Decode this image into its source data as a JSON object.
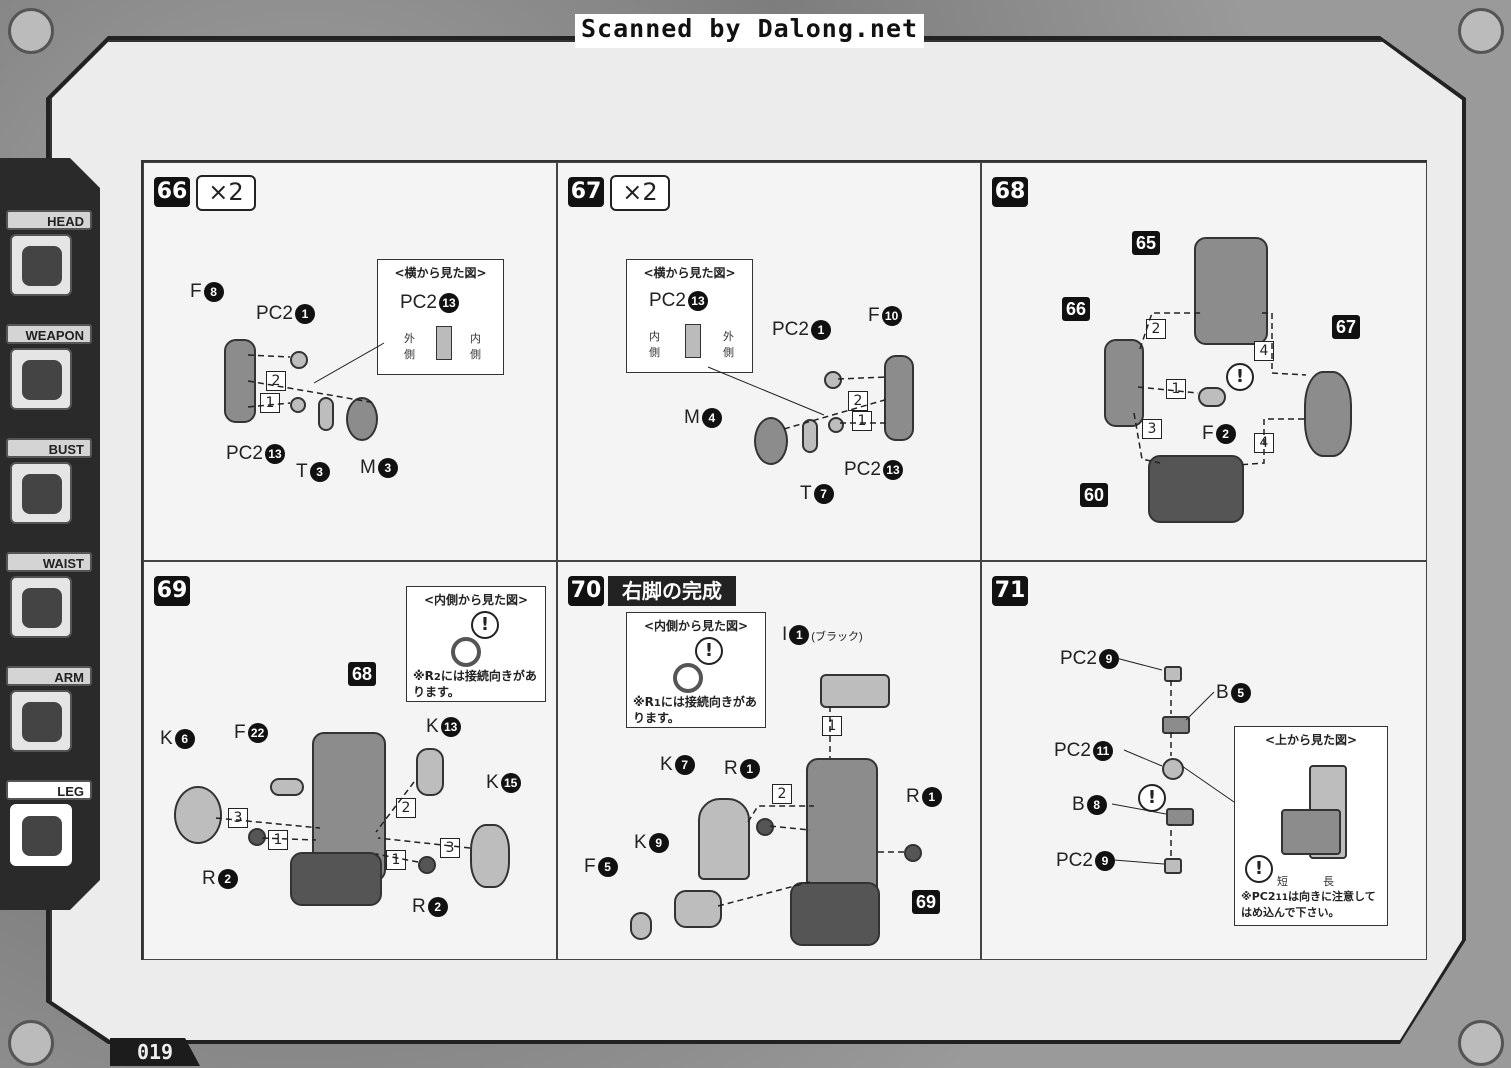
{
  "header": {
    "scan_credit": "Scanned by Dalong.net"
  },
  "sidebar": {
    "items": [
      {
        "label": "HEAD",
        "active": false
      },
      {
        "label": "WEAPON",
        "active": false
      },
      {
        "label": "BUST",
        "active": false
      },
      {
        "label": "WAIST",
        "active": false
      },
      {
        "label": "ARM",
        "active": false
      },
      {
        "label": "LEG",
        "active": true
      }
    ]
  },
  "footer": {
    "page_number": "019"
  },
  "steps": {
    "s66": {
      "number": "66",
      "multiplier": "×2",
      "callout_title": "<横から見た図>",
      "callout_part": "PC2",
      "callout_part_num": "13",
      "callout_outer": "外側",
      "callout_inner": "内側",
      "parts": [
        {
          "label": "F",
          "num": "8"
        },
        {
          "label": "PC2",
          "num": "1"
        },
        {
          "label": "PC2",
          "num": "13"
        },
        {
          "label": "T",
          "num": "3"
        },
        {
          "label": "M",
          "num": "3"
        }
      ],
      "orders": [
        "2",
        "1"
      ]
    },
    "s67": {
      "number": "67",
      "multiplier": "×2",
      "callout_title": "<横から見た図>",
      "callout_part": "PC2",
      "callout_part_num": "13",
      "callout_inner": "内側",
      "callout_outer": "外側",
      "parts": [
        {
          "label": "PC2",
          "num": "1"
        },
        {
          "label": "F",
          "num": "10"
        },
        {
          "label": "M",
          "num": "4"
        },
        {
          "label": "PC2",
          "num": "13"
        },
        {
          "label": "T",
          "num": "7"
        }
      ],
      "orders": [
        "2",
        "1"
      ]
    },
    "s68": {
      "number": "68",
      "refs": [
        "65",
        "66",
        "67",
        "60"
      ],
      "parts": [
        {
          "label": "F",
          "num": "2"
        }
      ],
      "orders": [
        "2",
        "4",
        "1",
        "3",
        "4"
      ]
    },
    "s69": {
      "number": "69",
      "callout_title": "<内側から見た図>",
      "callout_note_prefix": "※R",
      "callout_note_num": "2",
      "callout_note": "には接続向きがあります。",
      "refs": [
        "68"
      ],
      "parts": [
        {
          "label": "K",
          "num": "6"
        },
        {
          "label": "F",
          "num": "22"
        },
        {
          "label": "K",
          "num": "13"
        },
        {
          "label": "K",
          "num": "15"
        },
        {
          "label": "R",
          "num": "2"
        },
        {
          "label": "R",
          "num": "2"
        }
      ],
      "orders": [
        "3",
        "1",
        "2",
        "3",
        "1"
      ]
    },
    "s70": {
      "number": "70",
      "title": "右脚の完成",
      "callout_title": "<内側から見た図>",
      "callout_note_prefix": "※R",
      "callout_note_num": "1",
      "callout_note": "には接続向きがあります。",
      "refs": [
        "69"
      ],
      "parts": [
        {
          "label": "I",
          "num": "1",
          "note": "(ブラック)"
        },
        {
          "label": "K",
          "num": "7"
        },
        {
          "label": "R",
          "num": "1"
        },
        {
          "label": "R",
          "num": "1"
        },
        {
          "label": "K",
          "num": "9"
        },
        {
          "label": "F",
          "num": "5"
        }
      ],
      "orders": [
        "1",
        "2"
      ]
    },
    "s71": {
      "number": "71",
      "callout_title": "<上から見た図>",
      "callout_short": "短",
      "callout_long": "長",
      "callout_note_prefix": "※PC2",
      "callout_note_num": "11",
      "callout_note": "は向きに注意してはめ込んで下さい。",
      "parts": [
        {
          "label": "PC2",
          "num": "9"
        },
        {
          "label": "B",
          "num": "5"
        },
        {
          "label": "PC2",
          "num": "11"
        },
        {
          "label": "B",
          "num": "8"
        },
        {
          "label": "PC2",
          "num": "9"
        }
      ]
    }
  },
  "warning_glyph": "!"
}
